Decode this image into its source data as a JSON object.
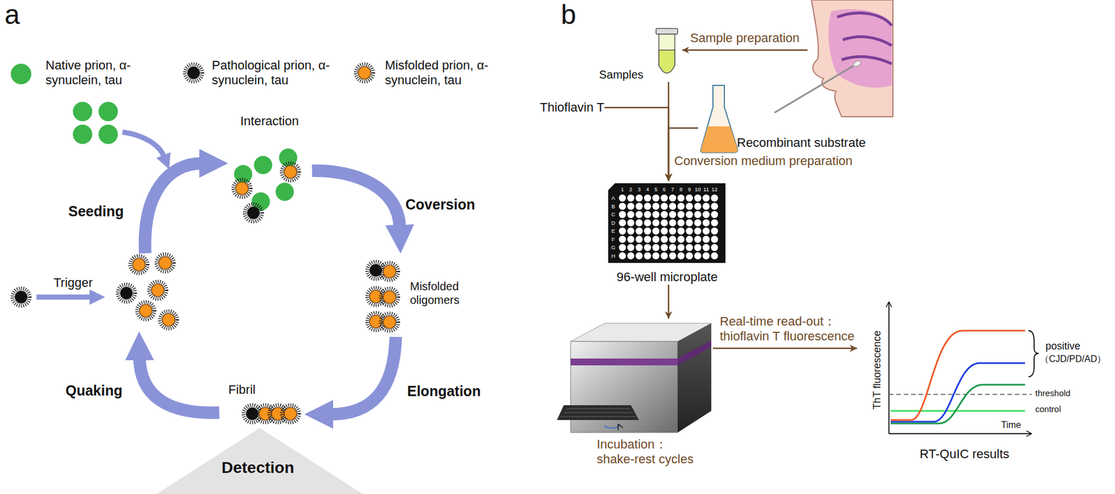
{
  "diagram": {
    "nodes": [
      {
        "text": [
          "Samples"
        ]
      },
      {
        "text": [
          "Thioflavin T"
        ]
      },
      {
        "text": [
          "Recombinant substrate"
        ]
      },
      {
        "text": [
          "96-well microplate"
        ]
      },
      {
        "text": [
          "Incubation：shake-rest cycles"
        ]
      },
      {
        "text": [
          "RT-QuIC results"
        ]
      }
    ],
    "edges": [
      {
        "from": 0,
        "to": 3,
        "arrow": "to",
        "label": "Conversion medium preparation"
      },
      {
        "from": 1,
        "to": 3,
        "arrow": "to"
      },
      {
        "from": 2,
        "to": 3,
        "arrow": "to"
      },
      {
        "from": 3,
        "to": 4,
        "arrow": "to"
      },
      {
        "from": 4,
        "to": 5,
        "arrow": "to",
        "label": "Real-time read-out：thioflavin T fluorescence"
      }
    ],
    "labels": [
      "a",
      "Interaction",
      "Seeding",
      "Coversion",
      "Trigger",
      "Misfolded oligomers",
      "Elongation",
      "Quaking",
      "Fibril",
      "Detection",
      "b",
      "Sample preparation",
      "1",
      "2",
      "3",
      "4",
      "5",
      "6",
      "7",
      "8",
      "9",
      "10",
      "11",
      "12",
      "A",
      "B",
      "C",
      "D",
      "E",
      "F",
      "G",
      "H",
      "ThT fluorescence",
      "Time",
      "positive",
      "（CJD/PD/AD）",
      "threshold",
      "control"
    ],
    "legend": [
      {
        "text": "Native prion, α-synuclein, tau",
        "color": "#3cb54a"
      },
      {
        "text": "Pathological prion, α-synuclein, tau"
      },
      {
        "text": "Misfolded prion, α-synuclein, tau"
      }
    ]
  }
}
